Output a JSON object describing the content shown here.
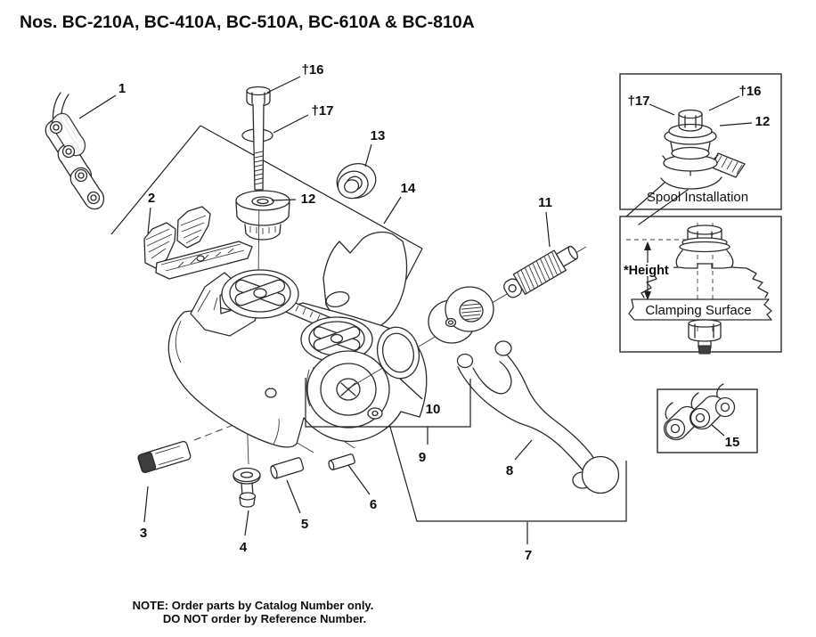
{
  "title": "Nos. BC-210A, BC-410A, BC-510A, BC-610A & BC-810A",
  "note": {
    "line1": "NOTE: Order parts by Catalog Number only.",
    "line2": "DO NOT order by Reference Number."
  },
  "callouts": {
    "c1": "1",
    "c2": "2",
    "c3": "3",
    "c4": "4",
    "c5": "5",
    "c6": "6",
    "c7": "7",
    "c8": "8",
    "c9": "9",
    "c10": "10",
    "c11": "11",
    "c12": "12",
    "c13": "13",
    "c14": "14",
    "c15": "15",
    "c16": "†16",
    "c17": "†17"
  },
  "panels": {
    "spool": {
      "title": "Spool Installation",
      "c16": "†16",
      "c17": "†17",
      "c12": "12"
    },
    "height": {
      "height_label": "*Height",
      "surface_label": "Clamping Surface"
    },
    "chain": {
      "c15": "15"
    }
  },
  "colors": {
    "line": "#2b2b2b",
    "text": "#0d0d0d",
    "background": "#ffffff"
  }
}
